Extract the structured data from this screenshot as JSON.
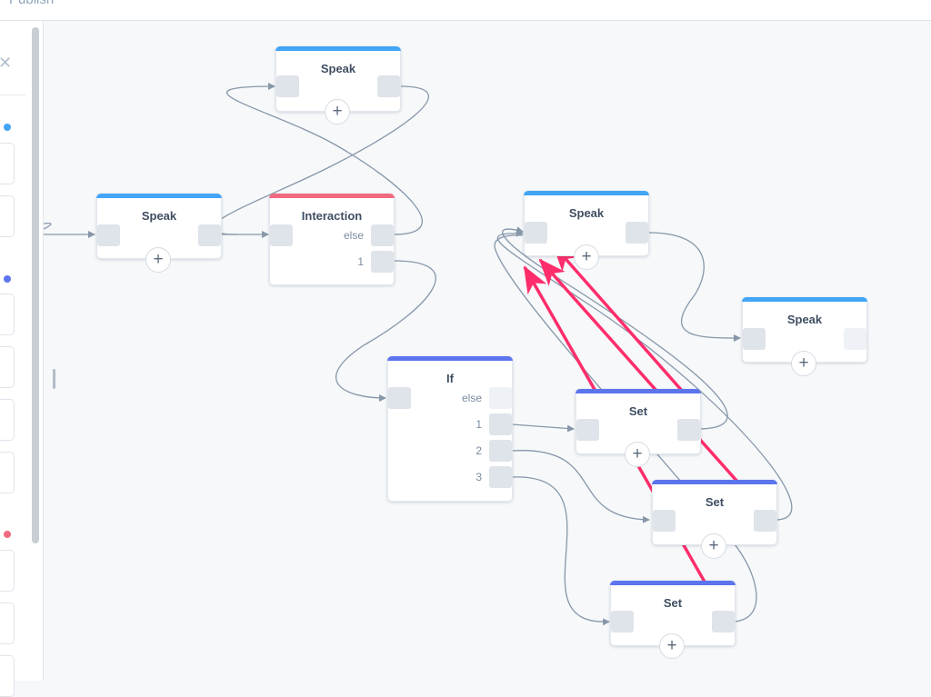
{
  "header": {
    "publish_label": "Publish"
  },
  "sidebar": {
    "close_icon": "close-icon"
  },
  "colors": {
    "speak": "#42a5f5",
    "interaction": "#f06b80",
    "if": "#5c74ec",
    "set": "#5c74ec",
    "connector": "#8797a8",
    "annotation_arrow": "#ff2d6b"
  },
  "nodes": {
    "speak_top": {
      "title": "Speak"
    },
    "speak_left": {
      "title": "Speak"
    },
    "interaction": {
      "title": "Interaction",
      "port_else": "else",
      "port_1": "1"
    },
    "speak_mid": {
      "title": "Speak"
    },
    "speak_right": {
      "title": "Speak"
    },
    "if": {
      "title": "If",
      "port_else": "else",
      "port_1": "1",
      "port_2": "2",
      "port_3": "3"
    },
    "set_1": {
      "title": "Set"
    },
    "set_2": {
      "title": "Set"
    },
    "set_3": {
      "title": "Set"
    }
  },
  "add_symbol": "+"
}
